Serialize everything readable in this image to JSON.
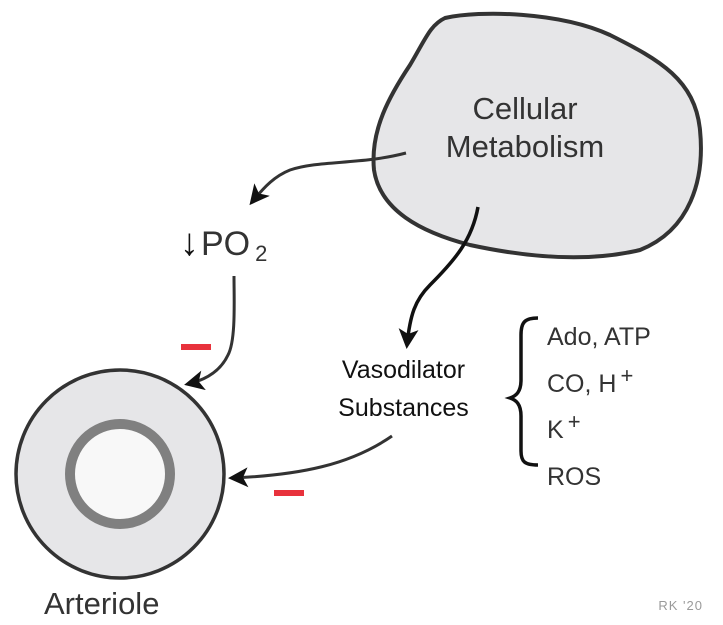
{
  "diagram": {
    "nodes": {
      "cellular_metabolism": {
        "line1": "Cellular",
        "line2": "Metabolism"
      },
      "po2": {
        "arrow": "↓",
        "text": "PO",
        "subscript": "2"
      },
      "vasodilator": {
        "line1": "Vasodilator",
        "line2": "Substances"
      },
      "arteriole": {
        "label": "Arteriole"
      }
    },
    "substances": [
      {
        "text": "Ado, ATP",
        "sup": ""
      },
      {
        "text": "CO, H",
        "sup": "+"
      },
      {
        "text": "K",
        "sup": "+"
      },
      {
        "text": "ROS",
        "sup": ""
      }
    ],
    "edges": [
      {
        "from": "Cellular Metabolism",
        "to": "↓PO2",
        "sign": ""
      },
      {
        "from": "Cellular Metabolism",
        "to": "Vasodilator Substances",
        "sign": ""
      },
      {
        "from": "↓PO2",
        "to": "Arteriole",
        "sign": "−"
      },
      {
        "from": "Vasodilator Substances",
        "to": "Arteriole",
        "sign": "−"
      }
    ],
    "credit": "RK '20",
    "colors": {
      "blob_fill": "#e6e6e8",
      "outline": "#333333",
      "ring": "#808080",
      "negative_sign": "#e8323c"
    }
  }
}
